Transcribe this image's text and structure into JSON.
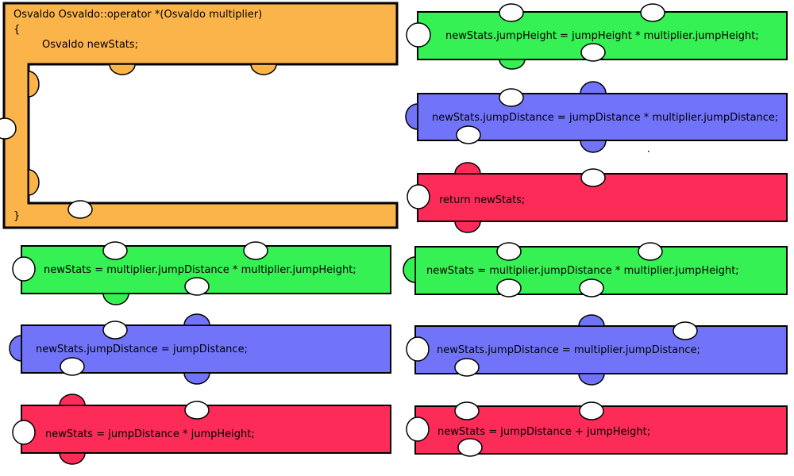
{
  "colors": {
    "orange": "#fbb44a",
    "green": "#35f153",
    "blue": "#7174f9",
    "red": "#fd2b58",
    "outline": "#000000",
    "hole": "#ffffff"
  },
  "function_piece": {
    "header": "Osvaldo Osvaldo::operator *(Osvaldo multiplier)",
    "open_brace": "{",
    "declaration": "Osvaldo newStats;",
    "close_brace": "}"
  },
  "pieces": [
    {
      "id": "piece-jumpheight-times-multiplier",
      "color": "green",
      "text": "newStats.jumpHeight = jumpHeight * multiplier.jumpHeight;"
    },
    {
      "id": "piece-jumpdistance-times-multiplier",
      "color": "blue",
      "text": "newStats.jumpDistance = jumpDistance * multiplier.jumpDistance;"
    },
    {
      "id": "piece-return-newstats",
      "color": "red",
      "text": "return newStats;"
    },
    {
      "id": "piece-newstats-multiplier-product",
      "color": "green",
      "text": "newStats = multiplier.jumpDistance * multiplier.jumpHeight;"
    },
    {
      "id": "piece-jumpdistance-assign",
      "color": "blue",
      "text": "newStats.jumpDistance = jumpDistance;"
    },
    {
      "id": "piece-newstats-jump-product",
      "color": "red",
      "text": "newStats = jumpDistance * jumpHeight;"
    },
    {
      "id": "piece-newstats-multiplier-product-2",
      "color": "green",
      "text": "newStats = multiplier.jumpDistance * multiplier.jumpHeight;"
    },
    {
      "id": "piece-jumpdistance-assign-multiplier",
      "color": "blue",
      "text": "newStats.jumpDistance = multiplier.jumpDistance;"
    },
    {
      "id": "piece-newstats-jump-sum",
      "color": "red",
      "text": "newStats = jumpDistance + jumpHeight;"
    }
  ]
}
